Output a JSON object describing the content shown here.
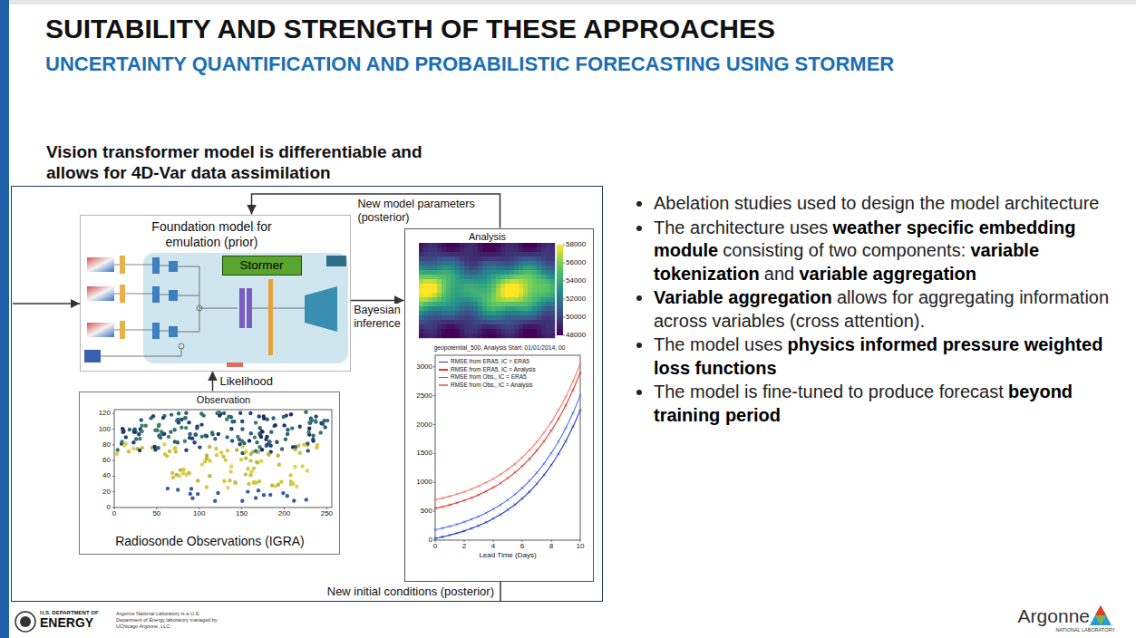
{
  "diagram": {
    "title": "SUITABILITY AND STRENGTH OF THESE APPROACHES",
    "nodes": [
      {
        "text": [
          "Vision transformer model is differentiable and allows for 4D-Var data assimilation"
        ]
      },
      {
        "text": [
          "Foundation model for emulation (prior)"
        ],
        "in": 0
      },
      {
        "text": [
          "Stormer"
        ],
        "in": 1
      },
      {
        "text": [
          "Analysis",
          "geopotential_500, Analysis Start: 01/01/2014, 00"
        ],
        "in": 0
      },
      {
        "text": [
          "Observation",
          "Radiosonde Observations (IGRA)"
        ],
        "in": 0
      }
    ],
    "edges": [
      {
        "from": 1,
        "to": 3,
        "arrow": "to",
        "label": "Bayesian inference"
      },
      {
        "from": 4,
        "to": 1,
        "arrow": "to",
        "label": "Likelihood"
      },
      {
        "from": 3,
        "to": 1,
        "arrow": "to",
        "label": "New model parameters (posterior)"
      }
    ],
    "labels": [
      "New initial conditions (posterior)",
      "58000",
      "56000",
      "54000",
      "52000",
      "50000",
      "48000",
      "0",
      "500",
      "1000",
      "1500",
      "2000",
      "2500",
      "3000",
      "0",
      "2",
      "4",
      "6",
      "8",
      "10",
      "Lead Time (Days)",
      "0",
      "20",
      "40",
      "60",
      "80",
      "100",
      "120",
      "0",
      "50",
      "100",
      "150",
      "200",
      "250",
      "Abelation studies used to design the model architecture",
      "The architecture uses",
      "weather specific embedding module",
      "consisting of two components:",
      "variable tokenization",
      "and",
      "variable aggregation",
      "Variable aggregation",
      "allows for aggregating information across variables (cross attention).",
      "The model uses",
      "physics informed pressure weighted loss functions",
      "The model is fine-tuned to produce forecast",
      "beyond training period",
      "U.S. DEPARTMENT OF",
      "ENERGY",
      "Argonne National Laboratory is a U.S. Department of Energy laboratory managed by UChicago Argonne, LLC.",
      "Argonne",
      "NATIONAL LABORATORY",
      "UNCERTAINTY QUANTIFICATION AND PROBABILISTIC FORECASTING USING STORMER"
    ],
    "legend": [
      {
        "text": "RMSE from ERA5, IC = ERA5",
        "color": "#1f3cc8"
      },
      {
        "text": "RMSE from ERA5, IC = Analysis",
        "color": "#e0342c"
      },
      {
        "text": "RMSE from Obs., IC = ERA5",
        "color": "#4a6cf0"
      },
      {
        "text": "RMSE from Obs., IC = Analysis",
        "color": "#f07a6a"
      }
    ]
  }
}
